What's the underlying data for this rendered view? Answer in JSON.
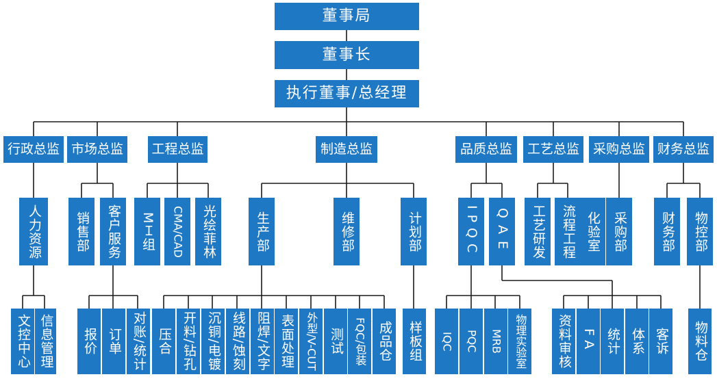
{
  "top": {
    "board": "董事局",
    "chairman": "董事长",
    "ceo": "执行董事/总经理"
  },
  "directors": {
    "admin": "行政总监",
    "market": "市场总监",
    "engineering": "工程总监",
    "manufacturing": "制造总监",
    "quality": "品质总监",
    "process": "工艺总监",
    "purchasing": "采购总监",
    "finance": "财务总监"
  },
  "departments": {
    "hr": "人力资源",
    "sales": "销售部",
    "customer_service": "客户服务",
    "mi_group": "MＩ组",
    "cma_cad": "CMA/CAD",
    "photo_film": "光绘菲林",
    "production": "生产部",
    "maintenance": "维修部",
    "planning": "计划部",
    "ipqc": "IPQC",
    "qae": "QAE",
    "process_rd": "工艺研发",
    "process_eng": "流程工程",
    "lab": "化验室",
    "purchasing_dept": "采购部",
    "finance_dept": "财务部",
    "material_control": "物控部"
  },
  "teams": {
    "doc_center": "文控中心",
    "info_mgmt": "信息管理",
    "quote": "报价",
    "order": "订单",
    "reconcile": "对账/统计",
    "lamination": "压合",
    "cutting_drilling": "开料/钻孔",
    "plating": "沉铜/电镀",
    "circuit_etch": "线路/蚀刻",
    "solder_mask": "阻焊/文字",
    "surface": "表面处理",
    "profile": "外型/V-CUT",
    "testing": "测试",
    "fqc_packing": "FQC/包装",
    "fg_warehouse": "成品仓",
    "sample": "样板组",
    "iqc": "IQC",
    "pqc": "PQC",
    "mrb": "MRB",
    "physics_lab": "物理实验室",
    "doc_review": "资料审核",
    "fa": "FA",
    "stats": "统计",
    "system": "体系",
    "complaint": "客诉",
    "material_warehouse": "物料仓"
  },
  "colors": {
    "box": "#1f78c3",
    "text": "#ffffff",
    "line": "#1a1a1a"
  }
}
